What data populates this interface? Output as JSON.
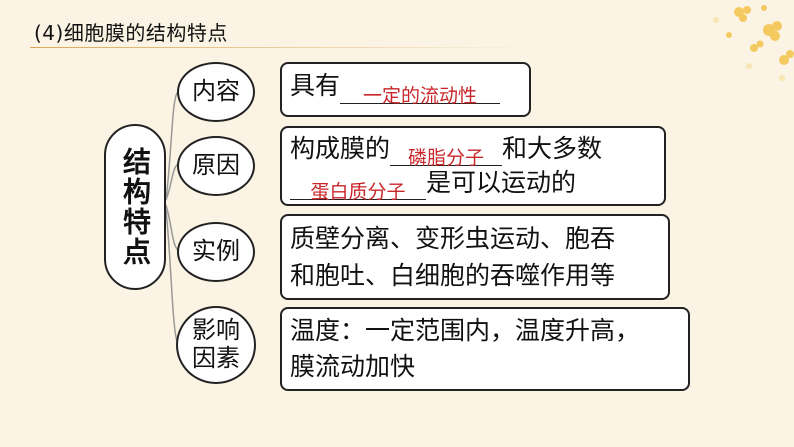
{
  "title": "(4)细胞膜的结构特点",
  "main_node": "结构特点",
  "branches": [
    {
      "category": "内容",
      "line1_prefix": "具有",
      "line1_answer": "一定的流动性"
    },
    {
      "category": "原因",
      "line1_prefix": "构成膜的",
      "line1_answer": "磷脂分子",
      "line1_suffix": "和大多数",
      "line2_answer": "蛋白质分子",
      "line2_suffix": "是可以运动的"
    },
    {
      "category": "实例",
      "line1": "质壁分离、变形虫运动、胞吞",
      "line2": "和胞吐、白细胞的吞噬作用等"
    },
    {
      "category_line1": "影响",
      "category_line2": "因素",
      "line1": "温度：一定范围内，温度升高，",
      "line2": "膜流动加快"
    }
  ],
  "colors": {
    "answer": "#c8262a",
    "background": "#fbf3e3",
    "connector": "#999999"
  }
}
